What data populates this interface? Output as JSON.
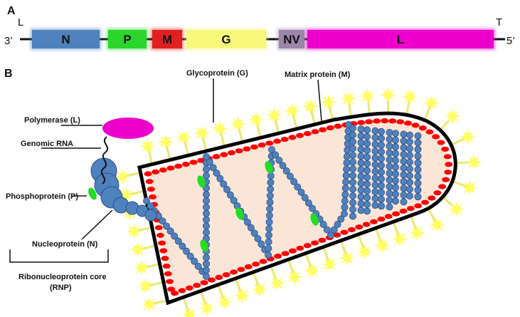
{
  "panels": {
    "a": "A",
    "b": "B"
  },
  "genome": {
    "left_end": "L",
    "right_end": "T",
    "left_terminus": "3’",
    "right_terminus": "5’",
    "segments": [
      {
        "label": "N",
        "color": "#4f81bd"
      },
      {
        "label": "P",
        "color": "#2bd52b"
      },
      {
        "label": "M",
        "color": "#e02020"
      },
      {
        "label": "G",
        "color": "#f7f77a"
      },
      {
        "label": "NV",
        "color": "#9b86aa"
      },
      {
        "label": "L",
        "color": "#ee00cc"
      }
    ]
  },
  "labels": {
    "glycoprotein": "Glycoprotein (G)",
    "matrix": "Matrix protein (M)",
    "polymerase": "Polymerase (L)",
    "genomic_rna": "Genomic RNA",
    "phosphoprotein": "Phosphoprotein (P)",
    "nucleoprotein": "Nucleoprotein (N)",
    "rnp_line1": "Ribonucleoprotein core",
    "rnp_line2": "(RNP)"
  },
  "colors": {
    "interior": "#fbe5d6",
    "matrix": "#ff0000",
    "spike": "#ffff66",
    "nucleoprotein": "#4f81bd",
    "phosphoprotein": "#22dd22",
    "polymerase": "#ee00cc"
  },
  "icons": [
    "spike-icon",
    "bead-icon"
  ]
}
